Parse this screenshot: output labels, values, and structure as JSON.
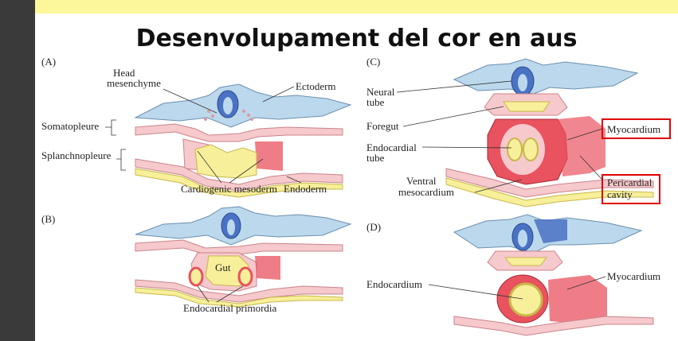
{
  "title": "Desenvolupament del cor en aus",
  "panels": {
    "a": {
      "letter": "(A)",
      "head_mesenchyme_1": "Head",
      "head_mesenchyme_2": "mesenchyme",
      "ectoderm": "Ectoderm",
      "somatopleure": "Somatopleure",
      "splanchnopleure": "Splanchnopleure",
      "cardiogenic_mesoderm": "Cardiogenic mesoderm",
      "endoderm": "Endoderm"
    },
    "b": {
      "letter": "(B)",
      "gut": "Gut",
      "endocardial_primordia": "Endocardial primordia"
    },
    "c": {
      "letter": "(C)",
      "neural_tube_1": "Neural",
      "neural_tube_2": "tube",
      "myocardium": "Myocardium",
      "foregut": "Foregut",
      "endocardial_tube_1": "Endocardial",
      "endocardial_tube_2": "tube",
      "ventral_mesocardium_1": "Ventral",
      "ventral_mesocardium_2": "mesocardium",
      "pericardial_cavity_1": "Pericardial",
      "pericardial_cavity_2": "cavity"
    },
    "d": {
      "letter": "(D)",
      "endocardium": "Endocardium",
      "myocardium": "Myocardium"
    }
  },
  "colors": {
    "background": "#3a3a3a",
    "banner": "#fdf79b",
    "ectoderm": "#bcd8ec",
    "neural_tube": "#4a72c4",
    "mesoderm": "#f6c9cc",
    "heart": "#e9525f",
    "endoderm": "#f7ef9a",
    "highlight_box": "#e00000"
  }
}
